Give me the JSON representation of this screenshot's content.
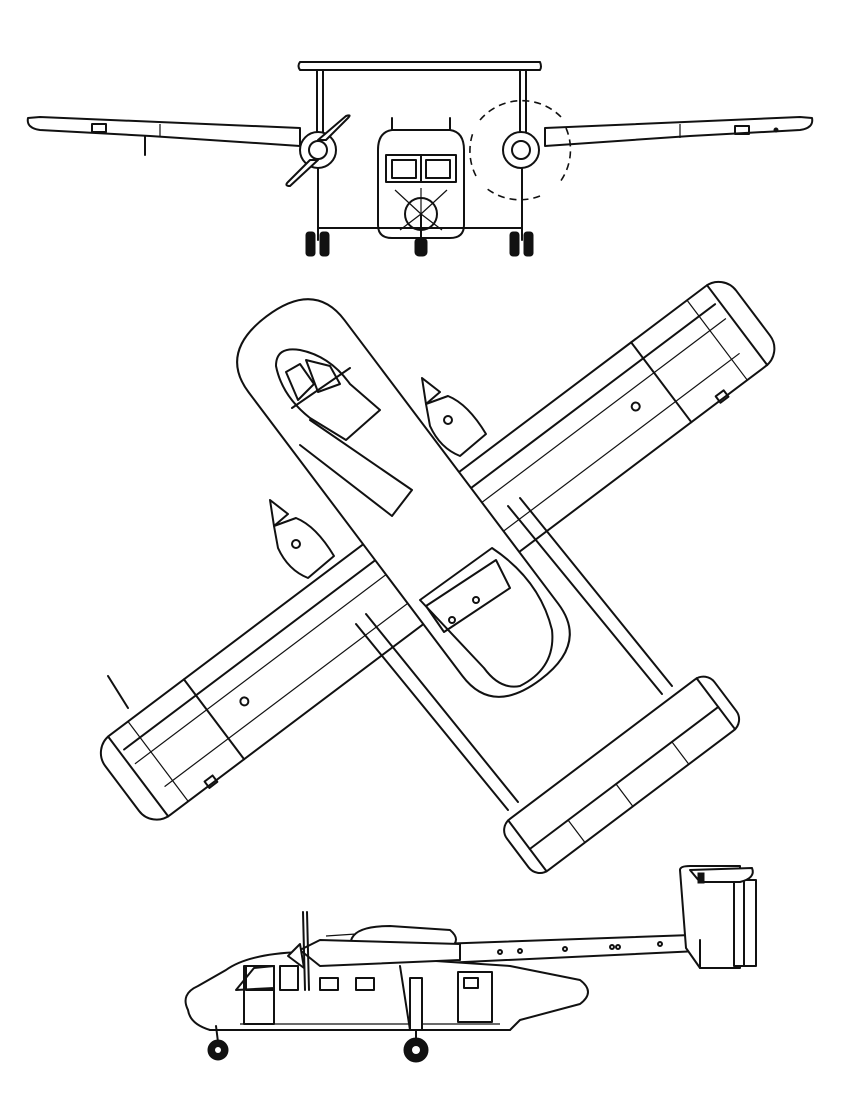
{
  "drawing": {
    "views": [
      "front-view",
      "plan-view",
      "side-view"
    ],
    "style": "black line art on white",
    "colors": {
      "line": "#111111",
      "background": "#ffffff"
    }
  }
}
